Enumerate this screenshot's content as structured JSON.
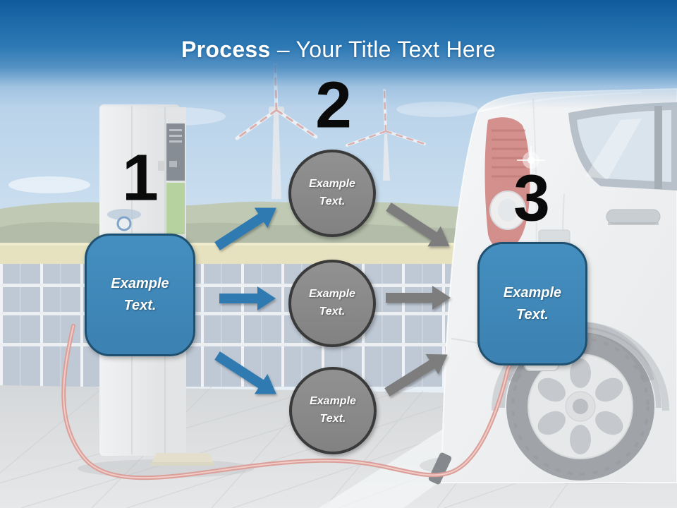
{
  "title": {
    "keyword": "Process",
    "rest": " – Your Title Text Here"
  },
  "steps": {
    "one": {
      "number": "1",
      "label": "Example Text."
    },
    "two": {
      "number": "2"
    },
    "three": {
      "number": "3",
      "label": "Example Text."
    }
  },
  "circles": [
    {
      "label": "Example Text."
    },
    {
      "label": "Example Text."
    },
    {
      "label": "Example Text."
    }
  ],
  "colors": {
    "accent_blue_fill": "#3f87b8",
    "accent_blue_border": "#1f506f",
    "circle_gray_fill": "#8a8a8a",
    "circle_gray_border": "#3a3a3a",
    "arrow_blue": "#2e7ab1",
    "arrow_gray": "#7d7d7d",
    "header_blue": "#2b78b4",
    "number_color": "#0a0a0a"
  }
}
